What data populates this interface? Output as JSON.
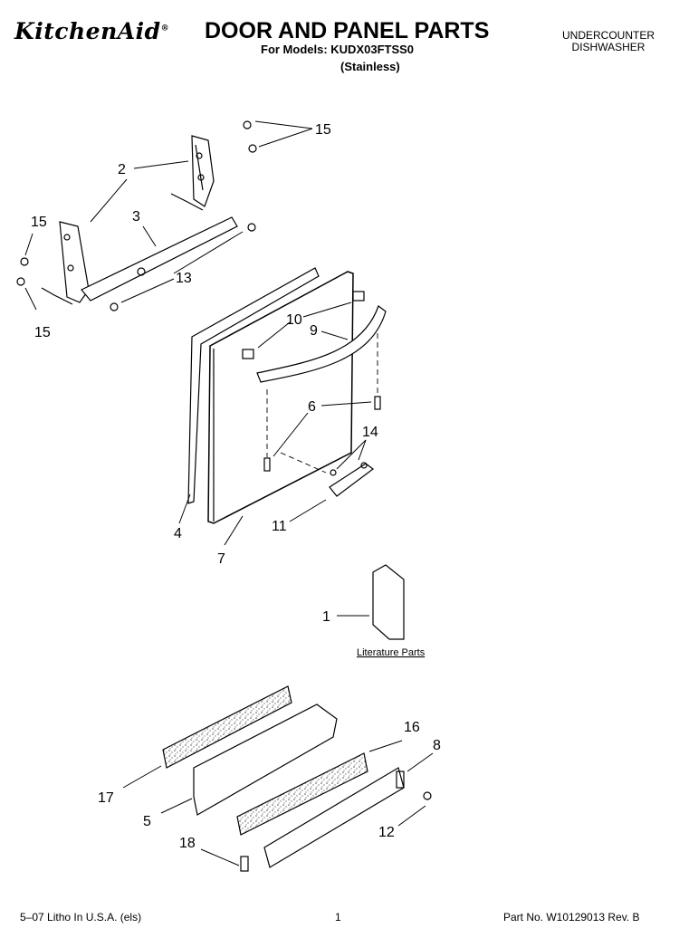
{
  "header": {
    "brand": "KitchenAid",
    "brand_mark": "®",
    "title": "DOOR AND PANEL PARTS",
    "models_line": "For Models: KUDX03FTSS0",
    "variant": "(Stainless)",
    "product_line1": "UNDERCOUNTER",
    "product_line2": "DISHWASHER"
  },
  "callouts": {
    "c1": "1",
    "c2": "2",
    "c3": "3",
    "c4": "4",
    "c5": "5",
    "c6": "6",
    "c7": "7",
    "c8": "8",
    "c9": "9",
    "c10": "10",
    "c11": "11",
    "c12": "12",
    "c13": "13",
    "c14": "14",
    "c15a": "15",
    "c15b": "15",
    "c15c": "15",
    "c16": "16",
    "c17": "17",
    "c18": "18"
  },
  "literature_label": "Literature Parts",
  "footer": {
    "left": "5–07 Litho In U.S.A. (els)",
    "page": "1",
    "right": "Part No. W10129013 Rev. B"
  }
}
